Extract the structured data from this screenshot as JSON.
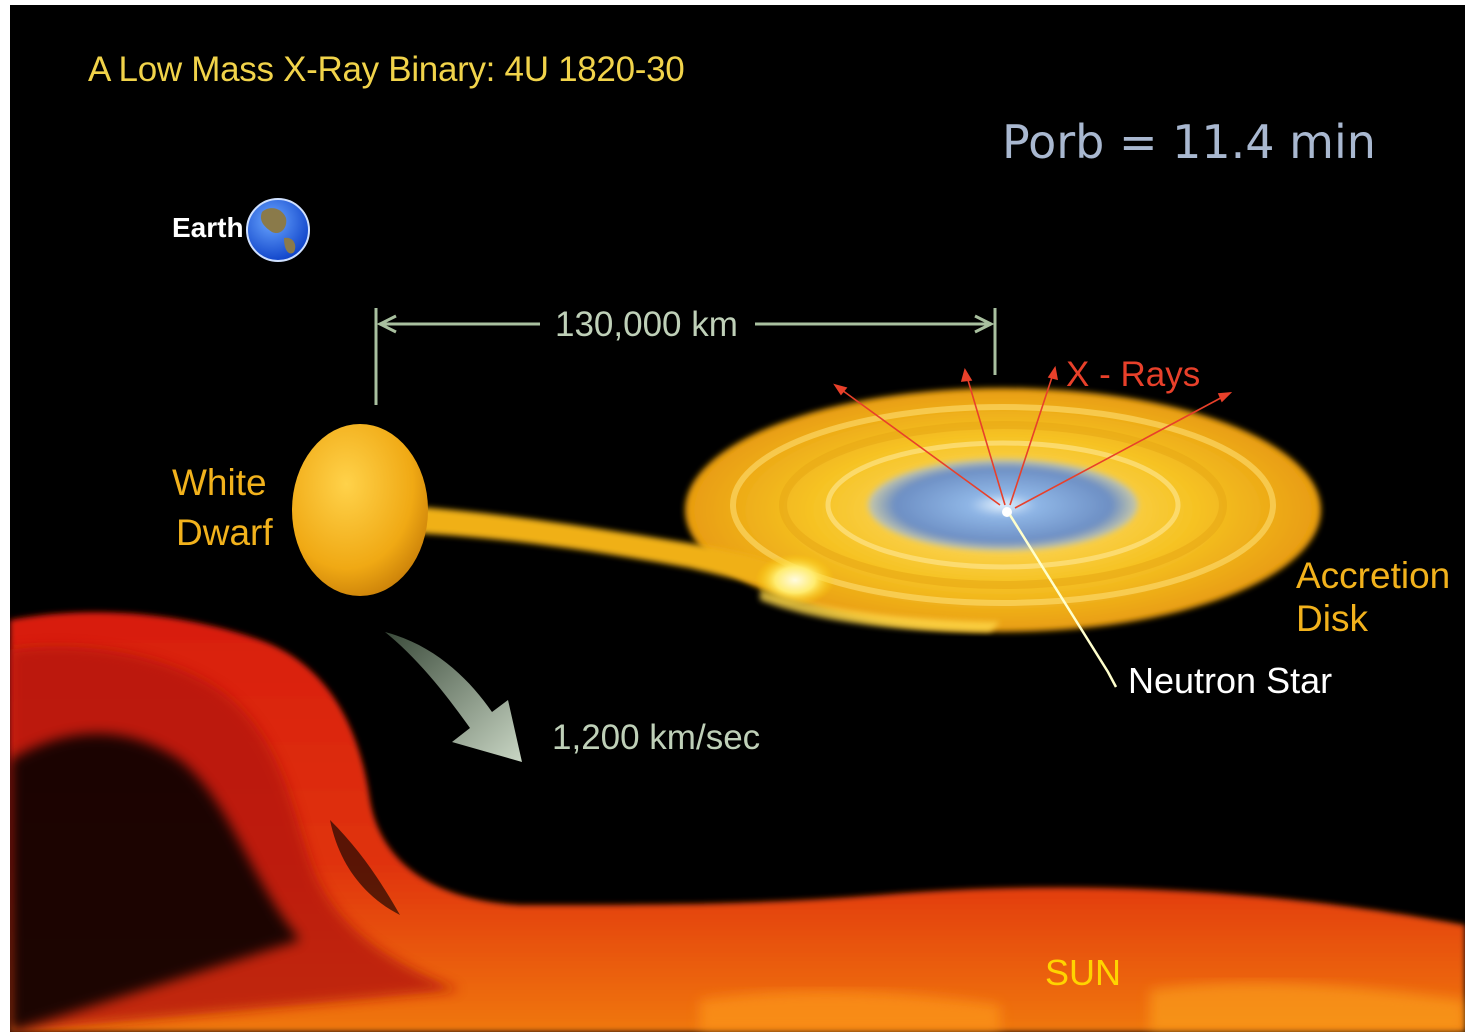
{
  "diagram": {
    "title": "A Low Mass X-Ray Binary:  4U  1820-30",
    "orbital_period": "Porb = 11.4 min",
    "labels": {
      "earth": "Earth",
      "separation": "130,000 km",
      "xrays": "X - Rays",
      "white_dwarf_line1": "White",
      "white_dwarf_line2": "Dwarf",
      "accretion_line1": "Accretion",
      "accretion_line2": "Disk",
      "neutron_star": "Neutron Star",
      "velocity": "1,200  km/sec",
      "sun": "SUN"
    },
    "colors": {
      "background": "#000000",
      "title": "#f1d34a",
      "white_dwarf": "#f2b21c",
      "accretion_disk": "#f5c21a",
      "disk_core": "#7f9fd0",
      "xray_lines": "#e8402a",
      "sun": "#e0240e",
      "annotation": "#bfd0b8"
    }
  }
}
